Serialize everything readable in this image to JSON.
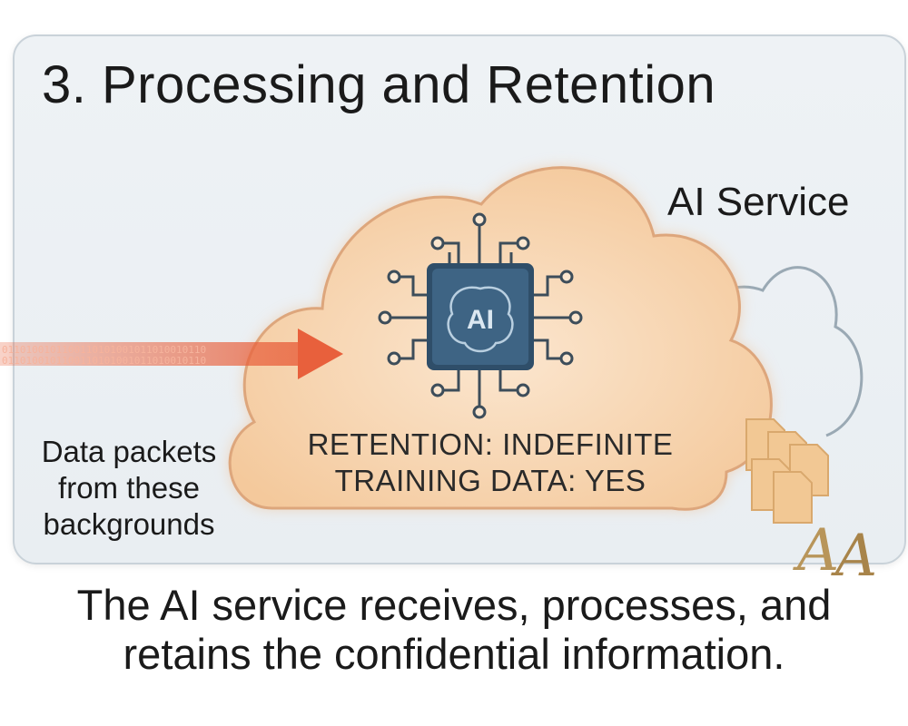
{
  "slide": {
    "title": "3. Processing and Retention",
    "service_label": "AI Service",
    "chip_label": "AI",
    "retention_line": "RETENTION: INDEFINITE",
    "training_line": "TRAINING DATA: YES",
    "packets_label_lines": [
      "Data packets",
      "from these",
      "backgrounds"
    ],
    "binary_stream": "0110100101100110101001011010010110",
    "caption_lines": [
      "The AI service receives, processes, and",
      "retains the confidential information."
    ],
    "logo_text": "AA"
  },
  "colors": {
    "cloud_fill": "#f6d3ad",
    "cloud_stroke": "#dda67c",
    "arrow": "#e8603c",
    "chip": "#3e6484",
    "circuit": "#3d4d5a",
    "secondary_cloud": "#9aa9b4",
    "documents": "#f2c894",
    "logo_gold": "#b8955a"
  }
}
